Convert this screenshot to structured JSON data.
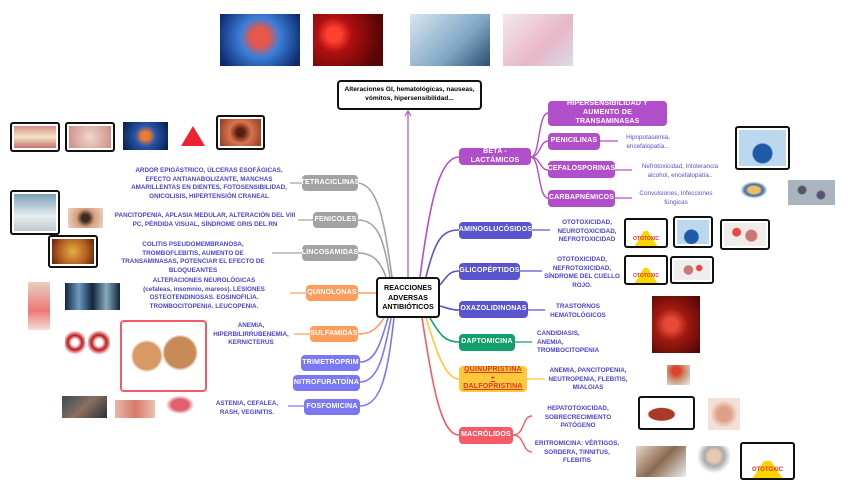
{
  "center": {
    "title": "REACCIONES ADVERSAS ANTIBIÓTICOS"
  },
  "top_note": "Alteraciones GI, hematológicas, nauseas, vómitos, hipersensibilidad...",
  "left_branches": [
    {
      "label": "TETRACICLINAS",
      "effects": "ARDOR EPIGÁSTRICO, ÚLCERAS ESOFÁGICAS, EFECTO ANTIANABOLIZANTE, MANCHAS AMARILLENTAS EN DIENTES, FOTOSENSIBILIDAD, ONICOLISIS, HIPERTENSIÓN CRANEAL",
      "color": "#a3a3a3"
    },
    {
      "label": "FENICOLES",
      "effects": "PANCITOPENIA, APLASIA MEDULAR, ALTERACIÓN DEL VIII PC, PÉRDIDA VISUAL, SÍNDROME GRIS DEL RN",
      "color": "#a3a3a3"
    },
    {
      "label": "LINCOSAMIDAS",
      "effects": "COLITIS PSEUDOMEMBRANOSA, TROMBOFLEBITIS, AUMENTO DE TRANSAMINASAS, POTENCIAR EL EFECTO DE BLOQUEANTES",
      "color": "#a3a3a3"
    },
    {
      "label": "QUINOLONAS",
      "effects": "ALTERACIONES NEUROLÓGICAS (cefaleas, insomnio, mareos). LESIONES OSTEOTENDINOSAS. EOSINOFILIA. TROMBOCITOPENIA. LEUCOPENIA.",
      "color": "#ff9d5c"
    },
    {
      "label": "SULFAMIDAS",
      "effects": "ANEMIA, HIPERBILIRRUBENEMIA, KERNICTERUS",
      "color": "#ff9d5c"
    },
    {
      "label": "TRIMETROPRIM",
      "effects": "",
      "color": "#7b78f5"
    },
    {
      "label": "NITROFURATOÍNA",
      "effects": "",
      "color": "#7b78f5"
    },
    {
      "label": "FOSFOMICINA",
      "effects": "ASTENIA, CEFALEA, RASH, VEGINITIS.",
      "color": "#7b78f5"
    }
  ],
  "beta_lactamicos": {
    "label": "BETA - LACTÁMICOS",
    "color": "#b04fc9",
    "general": "HIPERSENSIBILIDAD Y AUMENTO DE TRANSAMINASAS",
    "children": [
      {
        "label": "PENICILINAS",
        "effects": "Hipopotasemia, encefalopatía..."
      },
      {
        "label": "CEFALOSPORINAS",
        "effects": "Nefrotoxicidad, Intolerancia alcohol, encefalopatía.."
      },
      {
        "label": "CARBAPNÉMICOS",
        "effects": "Convulsiones, Infecciones fúngicas"
      }
    ]
  },
  "right_branches": [
    {
      "label": "AMINOGLUCÓSIDOS",
      "effects": "OTOTOXICIDAD, NEUROTOXICIDAD, NEFROTOXICIDAD",
      "color": "#5b54cf"
    },
    {
      "label": "GLICOPÉPTIDOS",
      "effects": "OTOTOXICIDAD, NEFROTOXICIDAD, SÍNDROME DEL CUELLO ROJO.",
      "color": "#5b54cf"
    },
    {
      "label": "OXAZOLIDINONAS",
      "effects": "TRASTORNOS HEMATOLÓGICOS",
      "color": "#5b54cf"
    },
    {
      "label": "DAPTOMICINA",
      "effects": "CANDIDIASIS, ANEMIA, TROMBOCITOPENIA",
      "color": "#12a06a"
    },
    {
      "label": "QUINUPRISTINA + DALFOPRISTINA",
      "effects": "ANEMIA, PANCITOPENIA, NEUTROPENIA, FLEBITIS, MIALGIAS",
      "color": "#ffc83a"
    },
    {
      "label": "MACRÓLIDOS",
      "effects": "HEPATOTOXICIDAD, SOBRECRECIMIENTO PATÓGENO",
      "effects_2": "ERITROMICINA: VÉRTIGOS, SORDERA, TINNITUS, FLEBITIS",
      "color": "#f45b66"
    }
  ],
  "sign_text": "OTOTOXIC",
  "icons": [
    "image-anatomy",
    "image-red-blood-cells",
    "image-vomiting",
    "image-hypersensitivity",
    "ototoxic-warning-sign"
  ]
}
